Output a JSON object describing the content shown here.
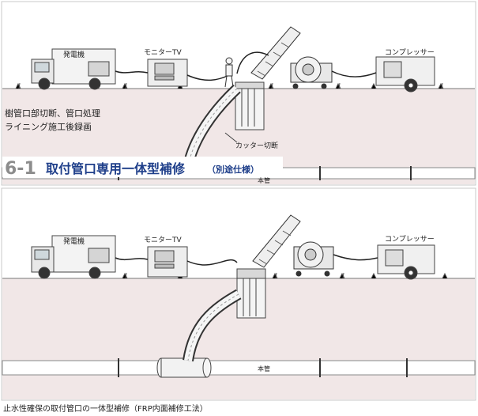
{
  "top": {
    "generator": "発電機",
    "monitor": "モニターTV",
    "compressor": "コンプレッサー",
    "note1": "樹管口部切断、管口処理",
    "note2": "ライニング施工後録画",
    "cutter": "カッター切断",
    "main_pipe": "本管",
    "title_num": "6-1",
    "title_text": "取付管口専用一体型補修",
    "title_sub": "（別途仕様）"
  },
  "bottom": {
    "generator": "発電機",
    "monitor": "モニターTV",
    "compressor": "コンプレッサー",
    "main_pipe": "本管"
  },
  "caption": "止水性確保の取付管口の一体型補修（FRP内面補修工法）",
  "colors": {
    "ground": "#f1e7e7",
    "title_blue": "#1f3f8a",
    "title_num_gray": "#8c8c8c",
    "border": "#b8b8b8"
  }
}
